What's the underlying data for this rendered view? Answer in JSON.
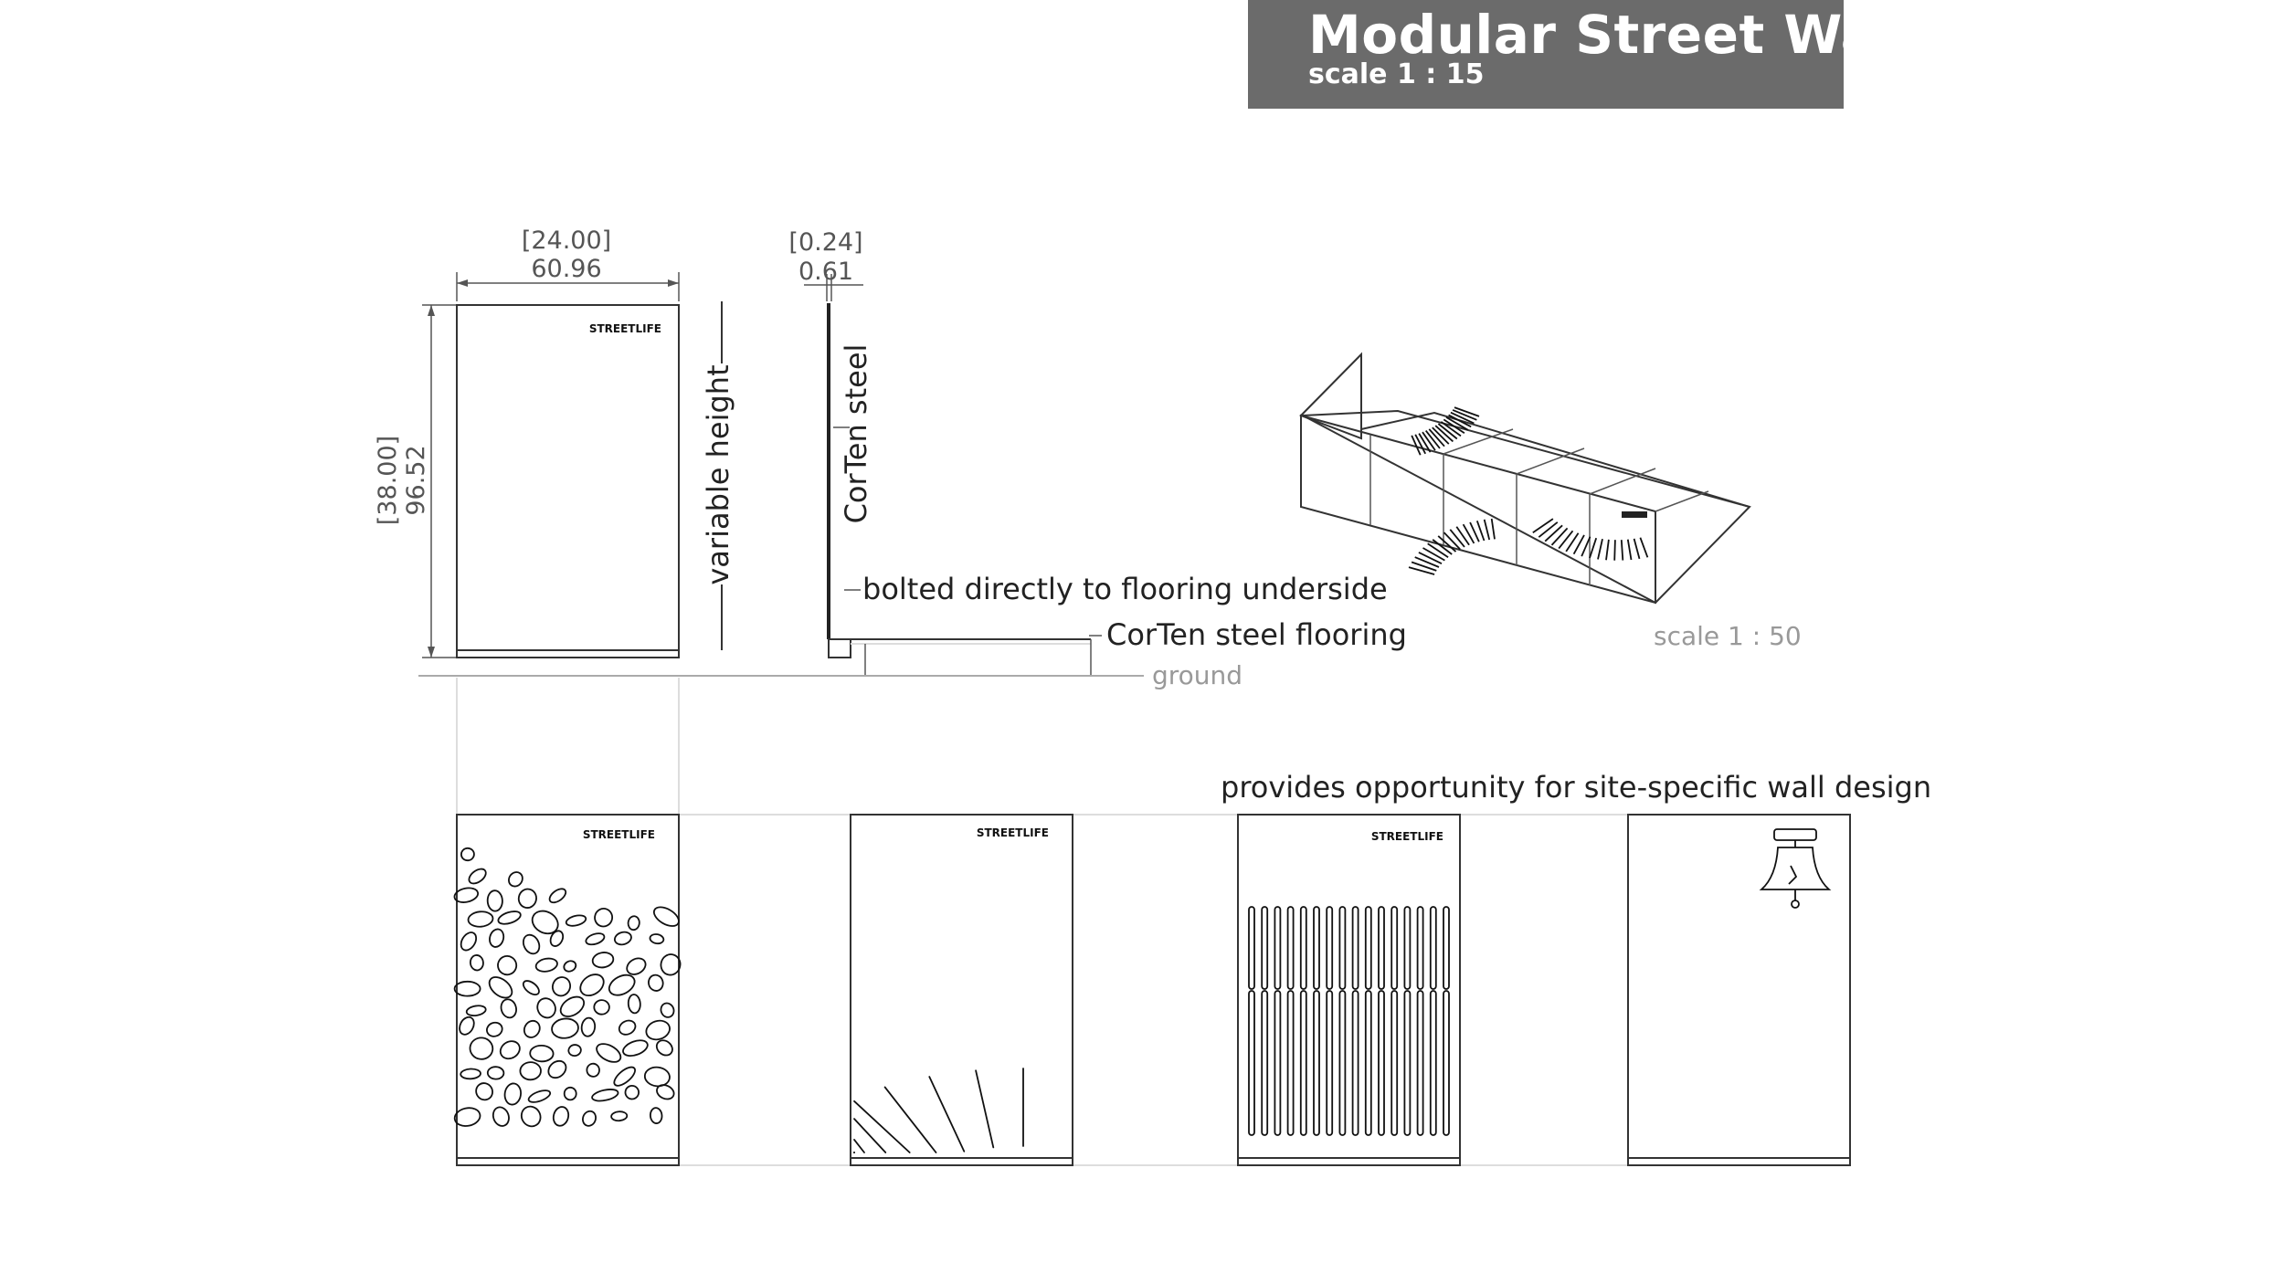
{
  "title": {
    "main": "Modular Street Wall",
    "scale": "scale 1 : 15"
  },
  "front_view": {
    "width_in": "[24.00]",
    "width_cm": "60.96",
    "height_in": "[38.00]",
    "height_cm": "96.52",
    "brand": "STREETLIFE",
    "variable_height_label": "variable height"
  },
  "side_view": {
    "thickness_in": "[0.24]",
    "thickness_cm": "0.61",
    "material_label": "CorTen steel",
    "bolt_note": "bolted directly to flooring underside",
    "flooring_label": "CorTen steel flooring",
    "ground_label": "ground"
  },
  "iso_view": {
    "scale": "scale 1 : 50"
  },
  "design_options": {
    "caption": "provides opportunity for site-specific wall design",
    "panels": [
      {
        "pattern": "pebbles",
        "brand": "STREETLIFE"
      },
      {
        "pattern": "radial-slots",
        "brand": "STREETLIFE"
      },
      {
        "pattern": "vertical-slots",
        "brand": "STREETLIFE"
      },
      {
        "pattern": "liberty-bell-icon",
        "brand": ""
      }
    ]
  }
}
